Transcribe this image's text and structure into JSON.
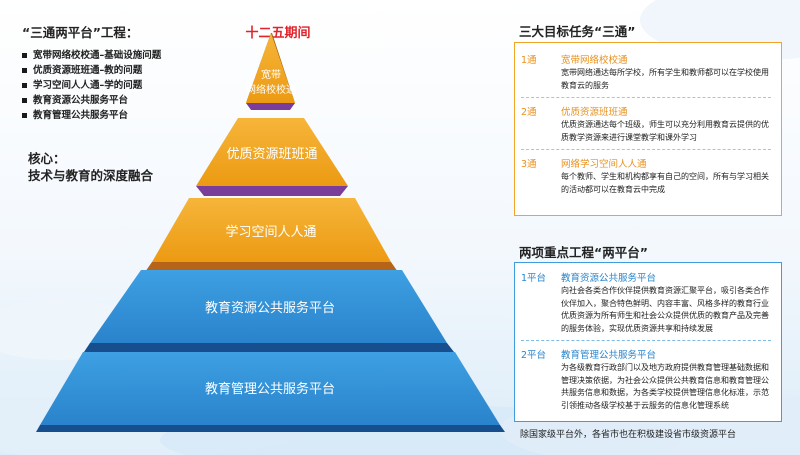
{
  "intro": {
    "title": "“三通两平台”工程：",
    "items": [
      "宽带网络校校通–基础设施问题",
      "优质资源班班通–教的问题",
      "学习空间人人通–学的问题",
      "教育资源公共服务平台",
      "教育管理公共服务平台"
    ],
    "core_label": "核心：",
    "core_text": "技术与教育的深度融合"
  },
  "pyramid": {
    "period": "十二五期间",
    "tiers": [
      {
        "label_lines": [
          "宽带",
          "网络校校通"
        ],
        "color": "#f2a422"
      },
      {
        "label_lines": [
          "优质资源班班通"
        ],
        "color": "#f2a422"
      },
      {
        "label_lines": [
          "学习空间人人通"
        ],
        "color": "#f2a422"
      },
      {
        "label_lines": [
          "教育资源公共服务平台"
        ],
        "color": "#2f8fd6"
      },
      {
        "label_lines": [
          "教育管理公共服务平台"
        ],
        "color": "#2f8fd6"
      }
    ]
  },
  "three": {
    "heading": "三大目标任务“三通”",
    "items": [
      {
        "tag": "1通",
        "name": "宽带网络校校通",
        "desc": "宽带网络通达每所学校，所有学生和教师都可以在学校使用教育云的服务"
      },
      {
        "tag": "2通",
        "name": "优质资源班班通",
        "desc": "优质资源通达每个班级，师生可以充分利用教育云提供的优质教学资源来进行课堂教学和课外学习"
      },
      {
        "tag": "3通",
        "name": "网络学习空间人人通",
        "desc": "每个教师、学生和机构都享有自己的空间，所有与学习相关的活动都可以在教育云中完成"
      }
    ]
  },
  "two": {
    "heading": "两项重点工程“两平台”",
    "items": [
      {
        "tag": "1平台",
        "name": "教育资源公共服务平台",
        "desc": "向社会各类合作伙伴提供教育资源汇聚平台，吸引各类合作伙伴加入，聚合特色鲜明、内容丰富、风格多样的教育行业优质资源为所有师生和社会公众提供优质的教育产品及完善的服务体验，实现优质资源共享和持续发展"
      },
      {
        "tag": "2平台",
        "name": "教育管理公共服务平台",
        "desc": "为各级教育行政部门以及地方政府提供教育管理基础数据和管理决策依据，为社会公众提供公共教育信息和教育管理公共服务信息和数据，为各类学校提供管理信息化标准，示范引领推动各级学校基于云服务的信息化管理系统"
      }
    ]
  },
  "footnote": "除国家级平台外，各省市也在积极建设省市级资源平台",
  "colors": {
    "orange": "#f2a422",
    "blue": "#2f8fd6",
    "red": "#e0242b",
    "accent_orange": "#e8901c",
    "accent_blue": "#2a86cc"
  }
}
